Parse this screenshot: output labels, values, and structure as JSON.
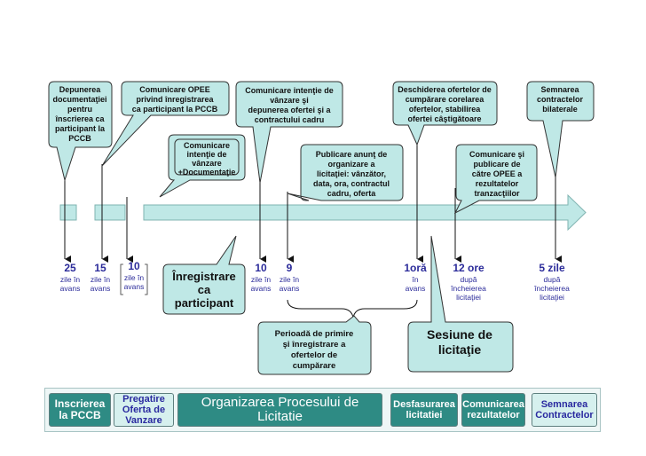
{
  "callouts": {
    "depunerea": [
      "Depunerea",
      "documentaţiei",
      "pentru",
      "înscrierea ca",
      "participant la",
      "PCCB"
    ],
    "comunicare_opee": [
      "Comunicare OPEE",
      "privind înregistrarea",
      "ca participant la PCCB"
    ],
    "comunicare_intentie_vanzare": [
      "Comunicare intenţie de",
      "vânzare şi",
      "depunerea ofertei şi a",
      "contractului cadru"
    ],
    "deschiderea": [
      "Deschiderea ofertelor de",
      "cumpărare corelarea",
      "ofertelor, stabilirea",
      "ofertei câştigătoare"
    ],
    "semnarea": [
      "Semnarea",
      "contractelor",
      "bilaterale"
    ],
    "comunicare_doc": [
      "Comunicare",
      "intenţie de",
      "vânzare",
      "+Documentaţie"
    ],
    "publicare": [
      "Publicare anunţ de",
      "organizare a",
      "licitaţiei: vânzător,",
      "data, ora, contractul",
      "cadru, oferta"
    ],
    "comunicare_publicare": [
      "Comunicare şi",
      "publicare de",
      "către OPEE a",
      "rezultatelor",
      "tranzacţiilor"
    ],
    "inregistrare": [
      "Înregistrare",
      "ca",
      "participant"
    ],
    "perioada": [
      "Perioadă de primire",
      "şi înregistrare a",
      "ofertelor de",
      "cumpărare"
    ],
    "sesiune": [
      "Sesiune de",
      "licitaţie"
    ]
  },
  "timeline_labels": [
    {
      "num": "25",
      "sub": [
        "zile în",
        "avans"
      ]
    },
    {
      "num": "15",
      "sub": [
        "zile în",
        "avans"
      ]
    },
    {
      "num": "10",
      "sub": [
        "zile în",
        "avans"
      ]
    },
    {
      "num": "10",
      "sub": [
        "zile în",
        "avans"
      ]
    },
    {
      "num": "9",
      "sub": [
        "zile în",
        "avans"
      ]
    },
    {
      "num": "1oră",
      "sub": [
        "în",
        "avans"
      ]
    },
    {
      "num": "12 ore",
      "sub": [
        "după",
        "încheierea",
        "licitaţiei"
      ]
    },
    {
      "num": "5 zile",
      "sub": [
        "după",
        "încheierea",
        "licitaţiei"
      ]
    }
  ],
  "phases": {
    "inscrierea": [
      "Inscrierea",
      "la PCCB"
    ],
    "pregatire": [
      "Pregatire",
      "Oferta de",
      "Vanzare"
    ],
    "organizarea": "Organizarea Procesului de Licitatie",
    "desfasurarea": [
      "Desfasurarea",
      "licitatiei"
    ],
    "comunicarea": [
      "Comunicarea",
      "rezultatelor"
    ],
    "semnarea": [
      "Semnarea",
      "Contractelor"
    ]
  },
  "colors": {
    "callout_fill": "#bfe8e6",
    "callout_stroke": "#333333",
    "timeline_fill": "#bfe8e6",
    "timeline_stroke": "#7fb3b0",
    "label_color": "#2b2b9a",
    "phase_dark": "#2e8b84",
    "phase_light": "#d6f0ee"
  }
}
